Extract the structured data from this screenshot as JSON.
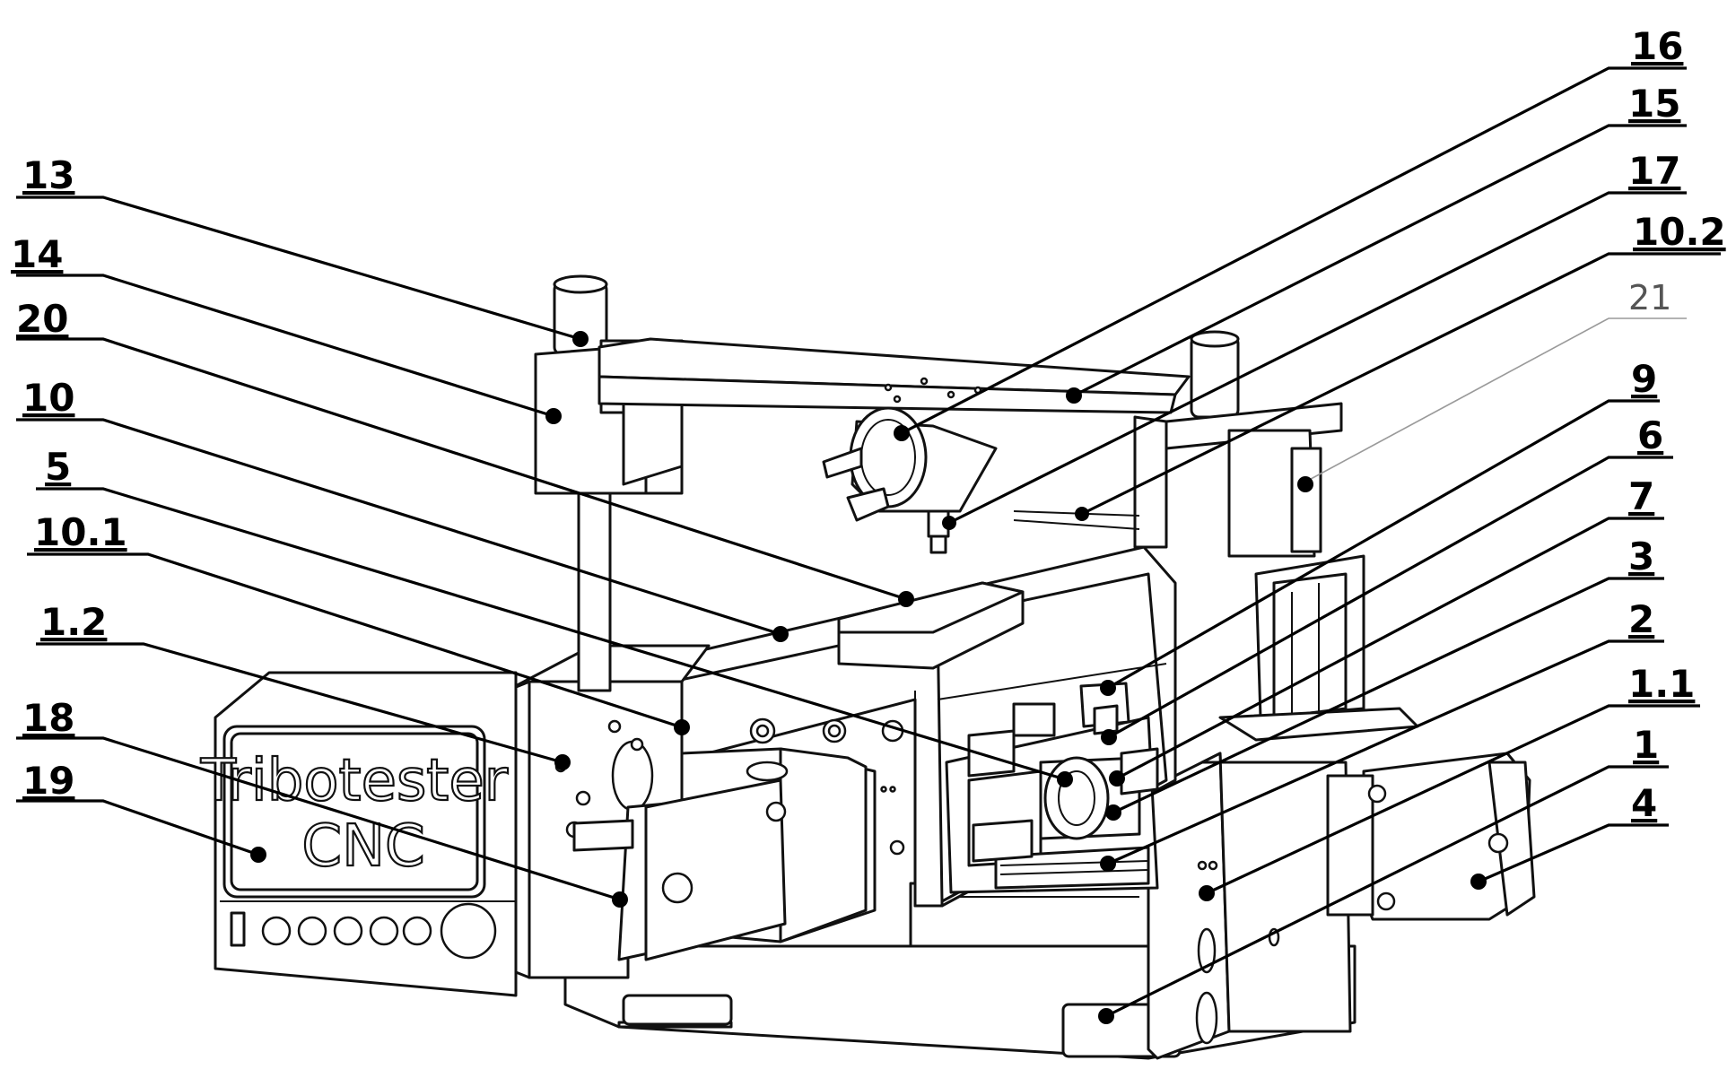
{
  "screen": {
    "brand_line1": "Tribotester",
    "brand_line2": "CNC"
  },
  "callouts": [
    {
      "id": "c13",
      "label": "13"
    },
    {
      "id": "c14",
      "label": "14"
    },
    {
      "id": "c20",
      "label": "20"
    },
    {
      "id": "c10",
      "label": "10"
    },
    {
      "id": "c5",
      "label": "5"
    },
    {
      "id": "c10_1",
      "label": "10.1"
    },
    {
      "id": "c1_2",
      "label": "1.2"
    },
    {
      "id": "c18",
      "label": "18"
    },
    {
      "id": "c19",
      "label": "19"
    },
    {
      "id": "c16",
      "label": "16"
    },
    {
      "id": "c15",
      "label": "15"
    },
    {
      "id": "c17",
      "label": "17"
    },
    {
      "id": "c10_2",
      "label": "10.2"
    },
    {
      "id": "c21",
      "label": "21"
    },
    {
      "id": "c9",
      "label": "9"
    },
    {
      "id": "c6",
      "label": "6"
    },
    {
      "id": "c7",
      "label": "7"
    },
    {
      "id": "c3",
      "label": "3"
    },
    {
      "id": "c2",
      "label": "2"
    },
    {
      "id": "c1_1",
      "label": "1.1"
    },
    {
      "id": "c1",
      "label": "1"
    },
    {
      "id": "c4",
      "label": "4"
    }
  ]
}
